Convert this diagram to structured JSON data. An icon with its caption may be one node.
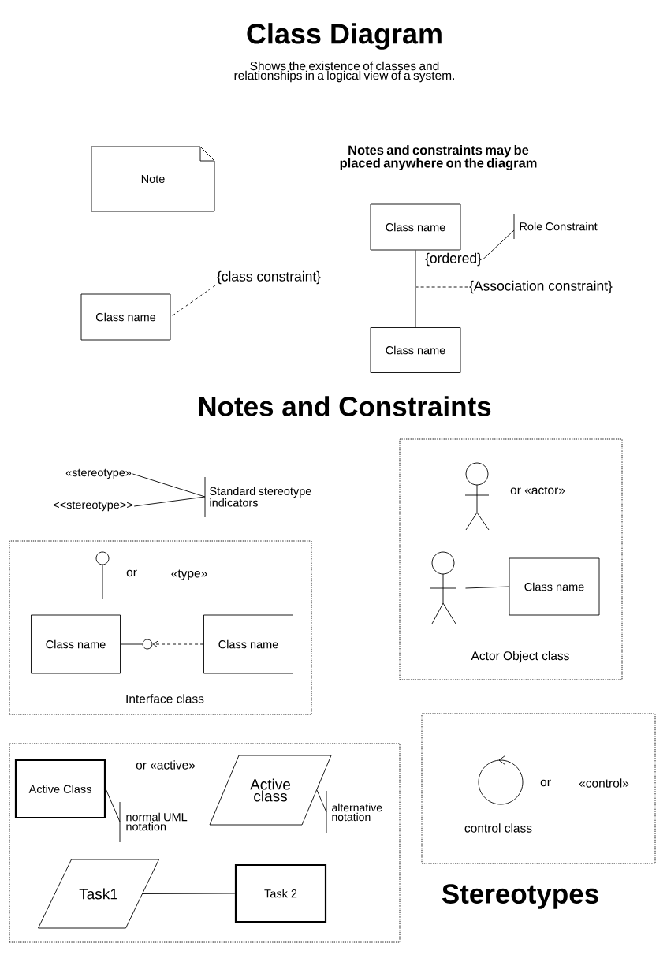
{
  "diagram": {
    "title": "Class Diagram",
    "caption": "Shows the existence of classes and relationships in a logical view of a system.",
    "nodes": [
      {
        "text": [
          "Note"
        ]
      },
      {
        "text": [
          "Class name"
        ]
      },
      {
        "text": [
          "{class constraint}"
        ]
      },
      {
        "text": [
          "Class name"
        ]
      },
      {
        "text": [
          "Class name"
        ]
      },
      {
        "text": [
          "Role Constraint"
        ]
      },
      {
        "text": [
          "{ordered}"
        ]
      },
      {
        "text": [
          "{Association constraint}"
        ]
      },
      {
        "text": [
          "«stereotype»"
        ]
      },
      {
        "text": [
          "<<stereotype>>"
        ]
      },
      {
        "text": [
          "Standard stereotype indicators"
        ]
      },
      {
        "text": [
          "Interface class"
        ]
      },
      {
        "text": [
          "Class name"
        ],
        "in": 11
      },
      {
        "text": [],
        "shape": "circle",
        "in": 11
      },
      {
        "text": [
          "Class name"
        ],
        "in": 11
      },
      {
        "text": [
          "Actor Object class"
        ]
      },
      {
        "text": [],
        "shape": "person",
        "in": 15
      },
      {
        "text": [
          "Class name"
        ],
        "in": 15
      },
      {
        "text": [],
        "shape": "box"
      },
      {
        "text": [
          "Active Class"
        ],
        "in": 18
      },
      {
        "text": [
          "normal UML notation"
        ],
        "in": 18
      },
      {
        "text": [
          "Active class"
        ],
        "in": 18
      },
      {
        "text": [
          "alternative notation"
        ],
        "in": 18
      },
      {
        "text": [
          "Task1"
        ],
        "in": 18
      },
      {
        "text": [
          "Task 2"
        ],
        "in": 18
      },
      {
        "text": [
          "control class"
        ]
      }
    ],
    "edges": [
      {
        "from": 2,
        "to": 1,
        "arrow": "none",
        "style": "dashed"
      },
      {
        "from": 3,
        "to": 4,
        "arrow": "none"
      },
      {
        "from": 5,
        "to": 6,
        "arrow": "none"
      },
      {
        "from": 7,
        "to": null,
        "arrow": "none",
        "style": "dashed"
      },
      {
        "from": 8,
        "to": 10,
        "arrow": "none"
      },
      {
        "from": 9,
        "to": 10,
        "arrow": "none"
      },
      {
        "from": 12,
        "to": 13,
        "arrow": "none"
      },
      {
        "from": 14,
        "to": 13,
        "arrow": "to",
        "style": "dashed"
      },
      {
        "from": 16,
        "to": 17,
        "arrow": "none"
      },
      {
        "from": 20,
        "to": 19,
        "arrow": "none"
      },
      {
        "from": 22,
        "to": 21,
        "arrow": "none"
      },
      {
        "from": 23,
        "to": 24,
        "arrow": "none"
      }
    ],
    "labels": [
      "Notes and constraints may be placed anywhere on the diagram",
      "Notes and Constraints",
      "or «actor»",
      "or",
      "«type»",
      "or «active»",
      "or",
      "«control»",
      "Stereotypes"
    ]
  }
}
